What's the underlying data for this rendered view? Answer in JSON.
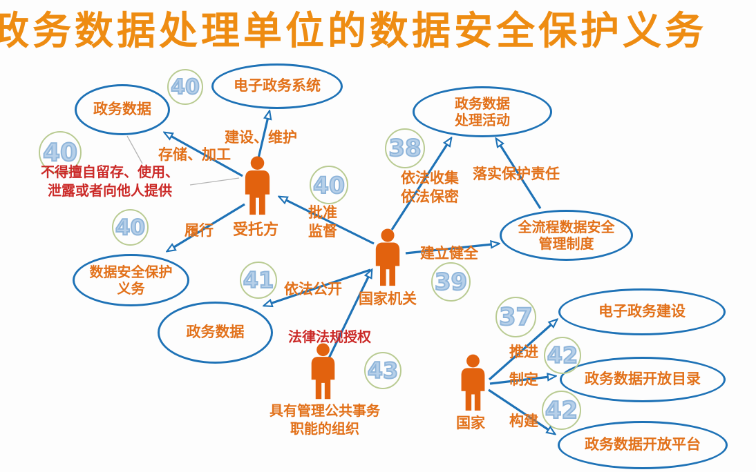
{
  "title": "政务数据处理单位的数据安全保护义务",
  "ellipses": {
    "gov_data_top": {
      "label": "政务数据"
    },
    "egov_system": {
      "label": "电子政务系统"
    },
    "processing": {
      "line1": "政务数据",
      "line2": "处理活动"
    },
    "protection_duty": {
      "line1": "数据安全保护",
      "line2": "义务"
    },
    "gov_data_bottom": {
      "label": "政务数据"
    },
    "mgmt_system": {
      "line1": "全流程数据安全",
      "line2": "管理制度"
    },
    "egov_construction": {
      "label": "电子政务建设"
    },
    "open_catalog": {
      "label": "政务数据开放目录"
    },
    "open_platform": {
      "label": "政务数据开放平台"
    }
  },
  "actors": {
    "trustee": {
      "label": "受托方"
    },
    "state_organ": {
      "label": "国家机关"
    },
    "public_affairs_org": {
      "line1": "具有管理公共事务",
      "line2": "职能的组织"
    },
    "state": {
      "label": "国家"
    }
  },
  "edge_labels": {
    "build_maintain": "建设、维护",
    "store_process": "存储、加工",
    "perform": "履行",
    "approve_line1": "批准",
    "approve_line2": "监督",
    "collect_line1": "依法收集",
    "collect_line2": "依法保密",
    "implement_duty": "落实保护责任",
    "establish": "建立健全",
    "disclose": "依法公开",
    "promote": "推进",
    "formulate": "制定",
    "construct": "构建"
  },
  "notes": {
    "prohibition_line1": "不得擅自留存、使用、",
    "prohibition_line2": "泄露或者向他人提供",
    "legal_authorization": "法律法规授权"
  },
  "articles": {
    "top40": "40",
    "left40": "40",
    "mid40": "40",
    "center40": "40",
    "n38": "38",
    "n41": "41",
    "n39": "39",
    "n43": "43",
    "n37": "37",
    "catalog42": "42",
    "platform42": "42"
  },
  "colors": {
    "title_orange": "#ee8c12",
    "label_orange": "#e2711a",
    "node_border_blue": "#1e72b6",
    "warning_red": "#cb2a28",
    "article_circle_green": "#b9cb92",
    "article_number_blue": "#8fb5da",
    "person_orange": "#e2620e"
  }
}
